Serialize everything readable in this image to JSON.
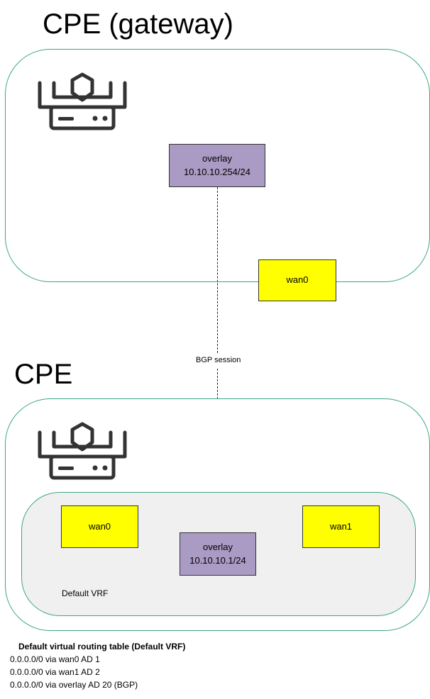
{
  "gateway": {
    "title": "CPE (gateway)",
    "overlay": {
      "name": "overlay",
      "ip": "10.10.10.254/24"
    },
    "wan0": "wan0"
  },
  "link": {
    "label": "BGP session"
  },
  "cpe": {
    "title": "CPE",
    "vrf_label": "Default VRF",
    "wan0": "wan0",
    "wan1": "wan1",
    "overlay": {
      "name": "overlay",
      "ip": "10.10.10.1/24"
    }
  },
  "routing_table": {
    "title": "Default virtual routing table (Default VRF)",
    "routes": [
      "0.0.0.0/0 via wan0 AD 1",
      "0.0.0.0/0 via wan1 AD 2",
      "0.0.0.0/0 via overlay AD 20 (BGP)"
    ]
  },
  "icons": [
    "router-icon",
    "router-icon"
  ],
  "colors": {
    "container_border": "#3aa58a",
    "vrf_fill": "#f0f0f0",
    "wan_fill": "#ffff00",
    "overlay_fill": "#a99bc4"
  }
}
